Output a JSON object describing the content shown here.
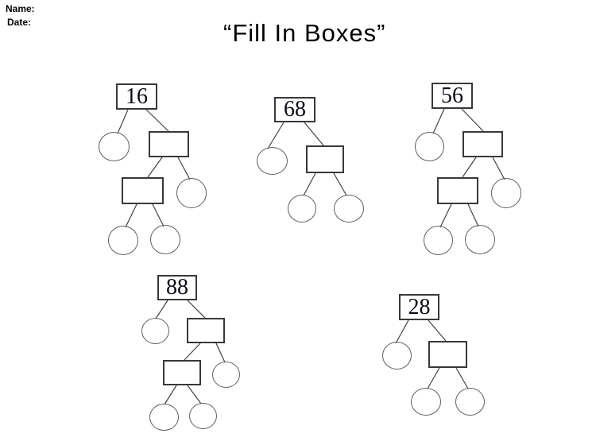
{
  "header": {
    "name_label": "Name:",
    "date_label": "Date:",
    "title": "“Fill In Boxes”"
  },
  "trees": [
    {
      "root": "16",
      "structure": "three-level"
    },
    {
      "root": "68",
      "structure": "two-level"
    },
    {
      "root": "56",
      "structure": "three-level"
    },
    {
      "root": "88",
      "structure": "three-level"
    },
    {
      "root": "28",
      "structure": "two-level"
    }
  ]
}
